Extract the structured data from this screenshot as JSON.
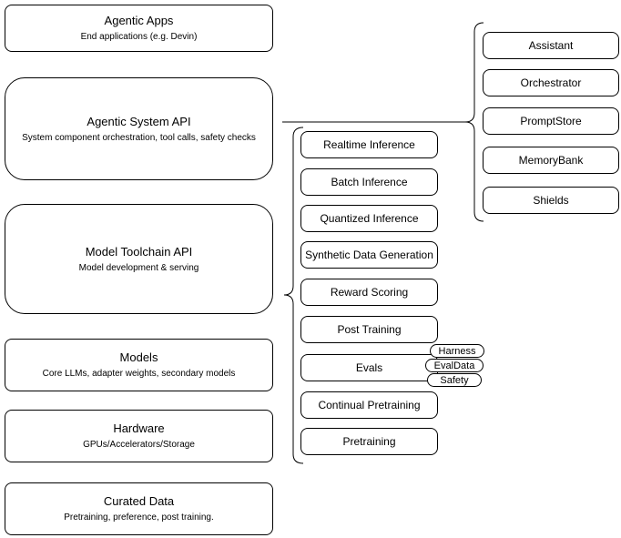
{
  "diagram": {
    "title": "Agentic stack layer diagram",
    "colors": {
      "stroke": "#000000",
      "fill": "#ffffff",
      "text": "#000000"
    },
    "layers": [
      {
        "title": "Agentic Apps",
        "subtitle": "End applications (e.g. Devin)"
      },
      {
        "title": "Agentic System API",
        "subtitle": "System component orchestration, tool calls, safety checks"
      },
      {
        "title": "Model Toolchain API",
        "subtitle": "Model development & serving"
      },
      {
        "title": "Models",
        "subtitle": "Core LLMs, adapter weights, secondary models"
      },
      {
        "title": "Hardware",
        "subtitle": "GPUs/Accelerators/Storage"
      },
      {
        "title": "Curated Data",
        "subtitle": "Pretraining, preference, post training."
      }
    ],
    "toolchain_items": [
      {
        "label": "Realtime Inference"
      },
      {
        "label": "Batch Inference"
      },
      {
        "label": "Quantized Inference"
      },
      {
        "label": "Synthetic Data Generation"
      },
      {
        "label": "Reward Scoring"
      },
      {
        "label": "Post Training"
      },
      {
        "label": "Evals"
      },
      {
        "label": "Continual Pretraining"
      },
      {
        "label": "Pretraining"
      }
    ],
    "eval_tags": [
      {
        "label": "Harness"
      },
      {
        "label": "EvalData"
      },
      {
        "label": "Safety"
      }
    ],
    "system_components": [
      {
        "label": "Assistant"
      },
      {
        "label": "Orchestrator"
      },
      {
        "label": "PromptStore"
      },
      {
        "label": "MemoryBank"
      },
      {
        "label": "Shields"
      }
    ]
  }
}
